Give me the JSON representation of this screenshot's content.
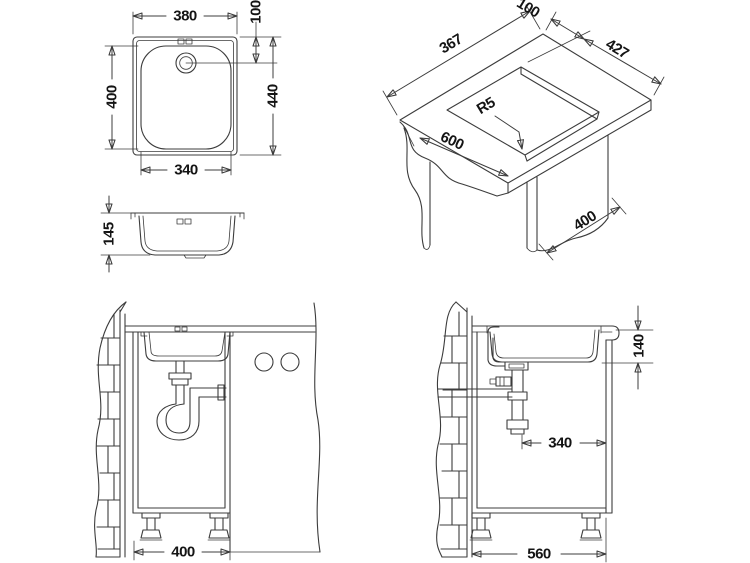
{
  "page": {
    "background": "#ffffff",
    "line_color": "#3c3c3c",
    "text_color": "#141414",
    "description": "Technical installation drawing of inset kitchen sink with worktop cut-out and cabinet mounting views"
  },
  "views": {
    "top": {
      "name": "sink-top-view",
      "dims": {
        "overall_width": "380",
        "drain_offset": "100",
        "bowl_length": "400",
        "overall_depth": "440",
        "bowl_width": "340"
      }
    },
    "bowl_front": {
      "name": "bowl-section-view",
      "dims": {
        "bowl_depth": "145"
      }
    },
    "iso": {
      "name": "worktop-cutout-isometric-view",
      "dims": {
        "cutout_depth": "367",
        "cutout_offset": "100",
        "cutout_width": "427",
        "corner_radius": "R5",
        "worktop_depth": "600",
        "cabinet_depth": "400"
      }
    },
    "install_front": {
      "name": "cabinet-front-installation-view",
      "dims": {
        "cabinet_width": "400"
      }
    },
    "install_side": {
      "name": "cabinet-side-installation-view",
      "dims": {
        "bowl_below_top": "140",
        "drain_to_front": "340",
        "cabinet_depth": "560"
      }
    }
  }
}
